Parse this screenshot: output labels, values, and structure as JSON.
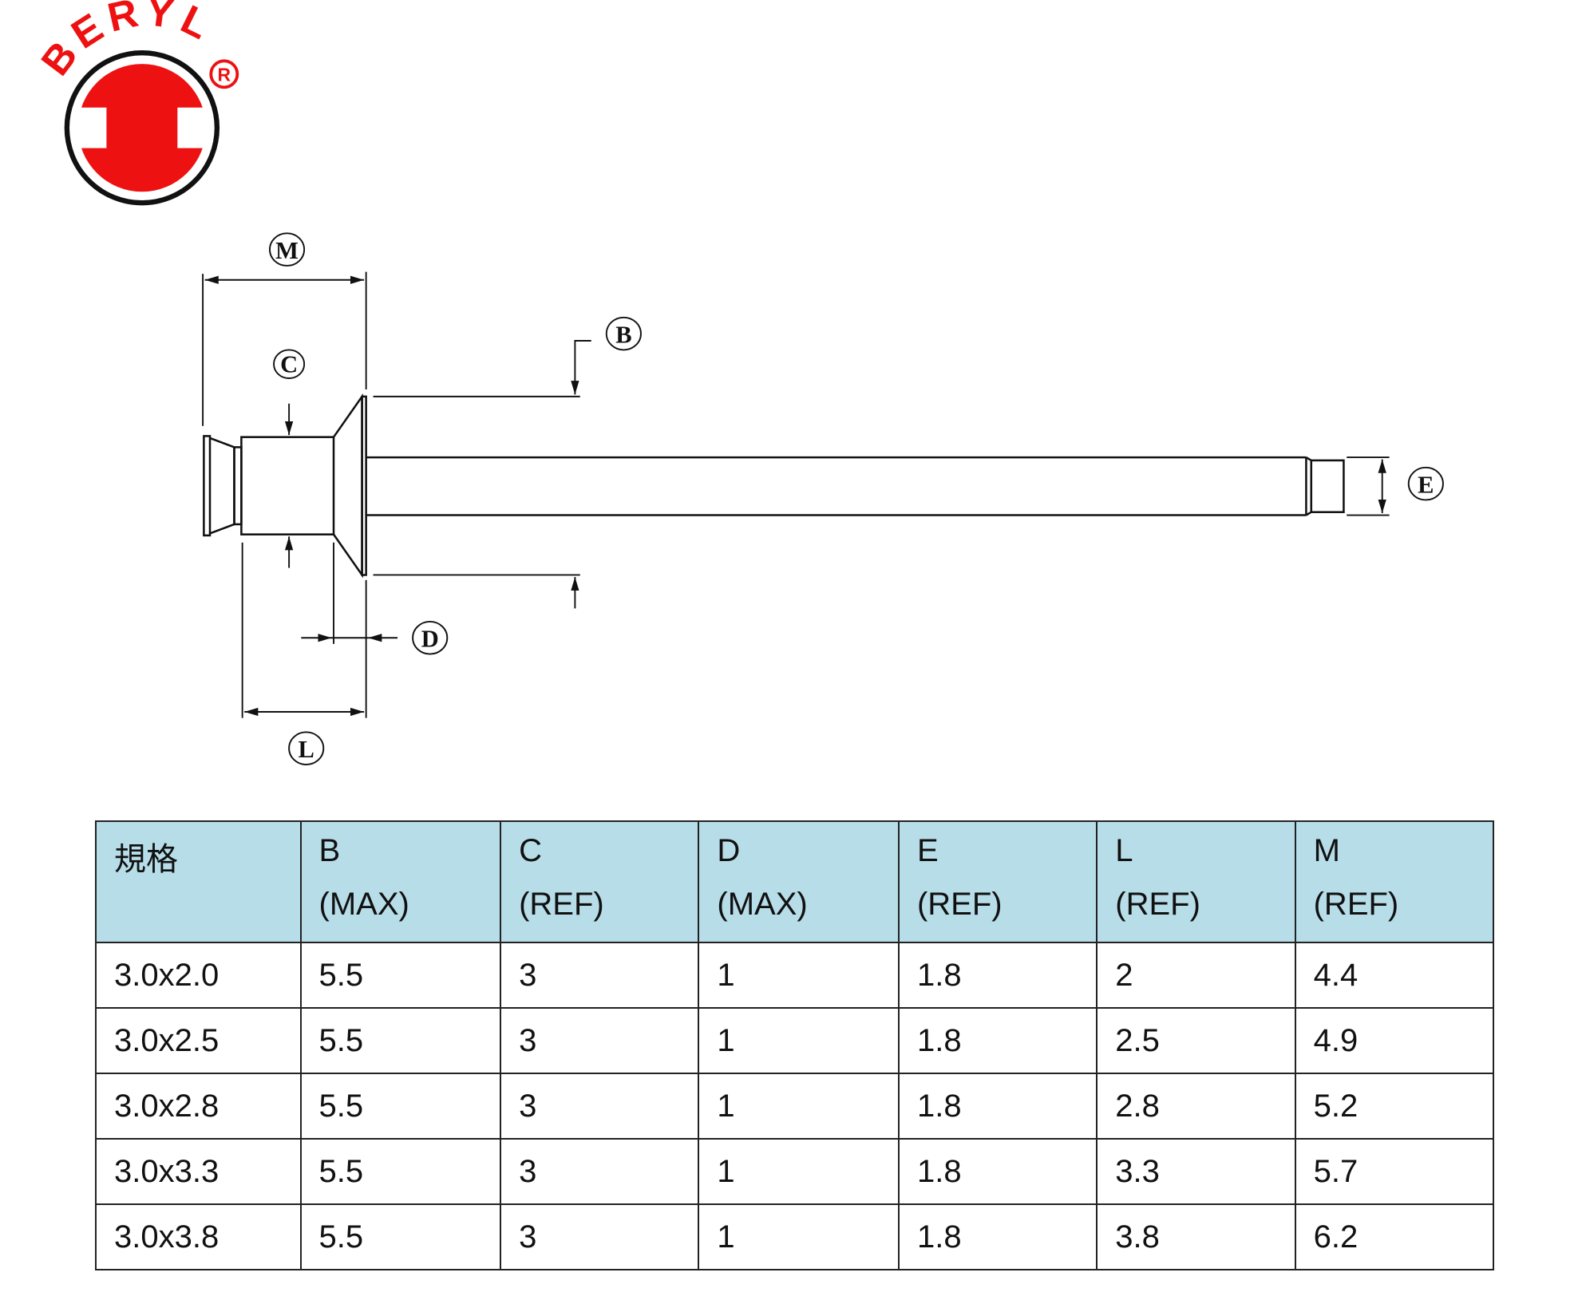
{
  "logo": {
    "text": "BERYL",
    "registered": "R",
    "colors": {
      "red": "#ee1111",
      "black": "#111111"
    }
  },
  "diagram": {
    "labels": {
      "M": "M",
      "B": "B",
      "C": "C",
      "D": "D",
      "E": "E",
      "L": "L"
    }
  },
  "table": {
    "header": [
      {
        "name": "規格",
        "qualifier": ""
      },
      {
        "name": "B",
        "qualifier": "(MAX)"
      },
      {
        "name": "C",
        "qualifier": "(REF)"
      },
      {
        "name": "D",
        "qualifier": "(MAX)"
      },
      {
        "name": "E",
        "qualifier": "(REF)"
      },
      {
        "name": "L",
        "qualifier": "(REF)"
      },
      {
        "name": "M",
        "qualifier": "(REF)"
      }
    ],
    "header_bg": "#b7dde8",
    "rows": [
      [
        "3.0x2.0",
        "5.5",
        "3",
        "1",
        "1.8",
        "2",
        "4.4"
      ],
      [
        "3.0x2.5",
        "5.5",
        "3",
        "1",
        "1.8",
        "2.5",
        "4.9"
      ],
      [
        "3.0x2.8",
        "5.5",
        "3",
        "1",
        "1.8",
        "2.8",
        "5.2"
      ],
      [
        "3.0x3.3",
        "5.5",
        "3",
        "1",
        "1.8",
        "3.3",
        "5.7"
      ],
      [
        "3.0x3.8",
        "5.5",
        "3",
        "1",
        "1.8",
        "3.8",
        "6.2"
      ]
    ]
  }
}
